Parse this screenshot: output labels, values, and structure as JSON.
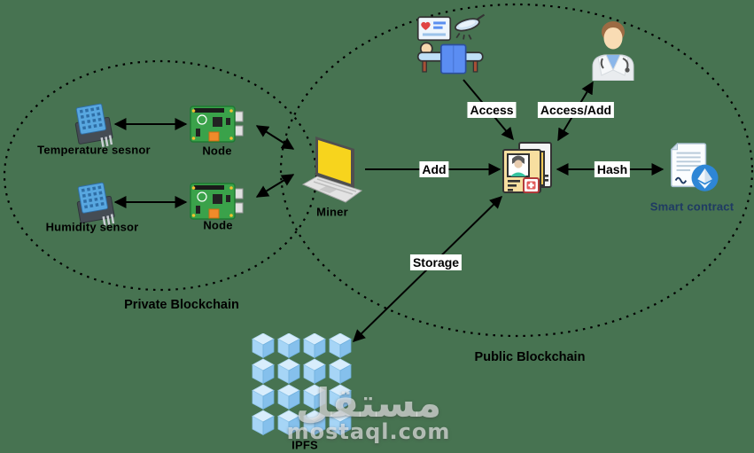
{
  "colors": {
    "background": "#477351",
    "line": "#000000",
    "edge_label_background": "#ffffff",
    "smart_contract_label": "#1f3a63",
    "cube_blue": "#a6d5f6",
    "laptop_screen_yellow": "#f7d41d",
    "board_green": "#3aa24a",
    "sensor_blue": "#58a7e0",
    "ethereum_badge": "#2e86d6"
  },
  "groups": {
    "private": {
      "label": "Private Blockchain"
    },
    "public": {
      "label": "Public Blockchain"
    }
  },
  "nodes": {
    "temperature_sensor": {
      "label": "Temperature sesnor"
    },
    "humidity_sensor": {
      "label": "Humidity sensor"
    },
    "node_top": {
      "label": "Node"
    },
    "node_bottom": {
      "label": "Node"
    },
    "miner": {
      "label": "Miner"
    },
    "smart_contract": {
      "label": "Smart contract"
    },
    "ipfs": {
      "label": "IPFS"
    }
  },
  "edges": {
    "access": {
      "label": "Access"
    },
    "access_add": {
      "label": "Access/Add"
    },
    "add": {
      "label": "Add"
    },
    "hash": {
      "label": "Hash"
    },
    "storage": {
      "label": "Storage"
    }
  },
  "watermark": {
    "arabic": "مستقل",
    "domain": "mostaql.com"
  }
}
